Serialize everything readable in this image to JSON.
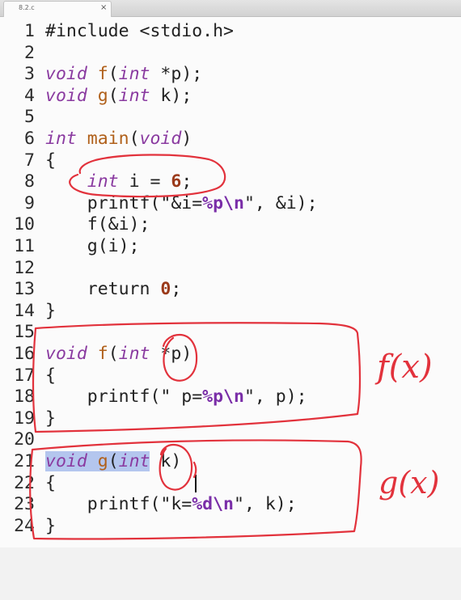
{
  "tab": {
    "title": "8.2.c",
    "close": "×"
  },
  "editor": {
    "lines": [
      {
        "num": "1",
        "code": "#include <stdio.h>"
      },
      {
        "num": "2",
        "code": ""
      },
      {
        "num": "3",
        "code": "void f(int *p);"
      },
      {
        "num": "4",
        "code": "void g(int k);"
      },
      {
        "num": "5",
        "code": ""
      },
      {
        "num": "6",
        "code": "int main(void)"
      },
      {
        "num": "7",
        "code": "{"
      },
      {
        "num": "8",
        "code": "    int i = 6;"
      },
      {
        "num": "9",
        "code": "    printf(\"&i=%p\\n\", &i);"
      },
      {
        "num": "10",
        "code": "    f(&i);"
      },
      {
        "num": "11",
        "code": "    g(i);"
      },
      {
        "num": "12",
        "code": ""
      },
      {
        "num": "13",
        "code": "    return 0;"
      },
      {
        "num": "14",
        "code": "}"
      },
      {
        "num": "15",
        "code": ""
      },
      {
        "num": "16",
        "code": "void f(int *p)"
      },
      {
        "num": "17",
        "code": "{"
      },
      {
        "num": "18",
        "code": "    printf(\" p=%p\\n\", p);"
      },
      {
        "num": "19",
        "code": "}"
      },
      {
        "num": "20",
        "code": ""
      },
      {
        "num": "21",
        "code": "void g(int k)"
      },
      {
        "num": "22",
        "code": "{"
      },
      {
        "num": "23",
        "code": "    printf(\"k=%d\\n\", k);"
      },
      {
        "num": "24",
        "code": "}"
      }
    ],
    "selection": "void g(int"
  },
  "annotations": {
    "label_f": "f(x)",
    "label_g": "g(x)",
    "ink_color": "#e2323c"
  },
  "colors": {
    "keyword": "#8a3aa0",
    "function": "#b0601a",
    "number": "#9b3a1a",
    "escape": "#7a2ea8",
    "selection": "#b4c6ee"
  }
}
